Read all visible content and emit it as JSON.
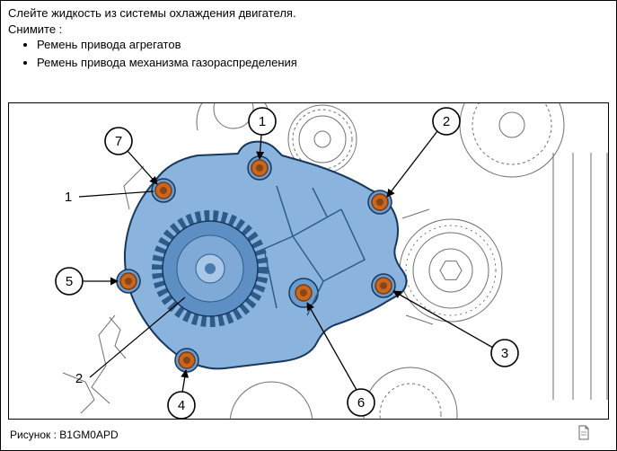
{
  "doc": {
    "line1": "Слейте жидкость из системы охлаждения двигателя.",
    "line2": "Снимите :",
    "bullets": [
      "Ремень привода агрегатов",
      "Ремень привода механизма газораспределения"
    ]
  },
  "figure": {
    "caption": "Рисунок : B1GM0APD",
    "caption_icon": "document-page-icon",
    "callouts": {
      "c1": "1",
      "c2": "2",
      "c3": "3",
      "c4": "4",
      "c5": "5",
      "c6": "6",
      "c7": "7"
    },
    "part_labels": {
      "p1": "1",
      "p2": "2"
    },
    "colors": {
      "pump_fill": "#8ab4dd",
      "pump_dark": "#17375e",
      "bolt_fill": "#c86820",
      "bolt_dark": "#8a4513",
      "line_art": "#707070",
      "callout_stroke": "#000000"
    }
  }
}
